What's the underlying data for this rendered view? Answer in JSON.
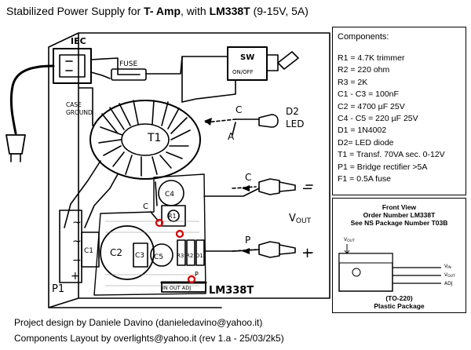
{
  "title": {
    "prefix": "Stabilized Power Supply for ",
    "amp": "T- Amp",
    "mid": ", with ",
    "chip": "LM338T",
    "suffix": " (9-15V, 5A)"
  },
  "components": {
    "heading": "Components:",
    "items": [
      "R1 = 4.7K trimmer",
      "R2 = 220 ohm",
      "R3 = 2K",
      "C1 - C3 = 100nF",
      "C2 = 4700 µF 25V",
      "C4 - C5 = 220 µF 25V",
      "D1 = 1N4002",
      "D2= LED diode",
      "T1 = Transf. 70VA sec. 0-12V",
      "P1 = Bridge rectifier >5A",
      "F1 = 0.5A fuse"
    ]
  },
  "package": {
    "front_view": "Front View",
    "order": "Order Number LM338T",
    "see": "See NS Package Number T03B",
    "vout_top": "V",
    "vout_top_sub": "OUT",
    "pin_vin": "V",
    "pin_vin_sub": "IN",
    "pin_vout": "V",
    "pin_vout_sub": "OUT",
    "pin_adj": "ADJ",
    "to220": "(TO-220)",
    "plastic": "Plastic Package"
  },
  "diagram": {
    "iec": "IEC",
    "fuse": "FUSE",
    "sw": "SW",
    "onoff": "ON/OFF",
    "case": "CASE",
    "ground": "GROUND",
    "t1": "T1",
    "c_led": "C",
    "a_led": "A",
    "d2": "D2",
    "led": "LED",
    "c_term": "C",
    "p_term": "P",
    "minus": "−",
    "plus": "+",
    "vout": "V",
    "vout_sub": "OUT",
    "c4": "C4",
    "c_near": "C",
    "r1": "R1",
    "c1": "C1",
    "c2": "C2",
    "c3": "C3",
    "c5": "C5",
    "r3": "R3",
    "r2": "R2",
    "d1": "D1",
    "p_pad": "P",
    "pins": "IN OUT ADJ",
    "lm": "LM338T",
    "p1": "P1",
    "ac1": "~",
    "ac2": "~",
    "bminus": "−",
    "bplus": "+"
  },
  "credits": {
    "line1": "Project design by Daniele Davino (danieledavino@yahoo.it)",
    "line2": "Components Layout by overlights@yahoo.it (rev 1.a - 25/03/2k5)"
  }
}
